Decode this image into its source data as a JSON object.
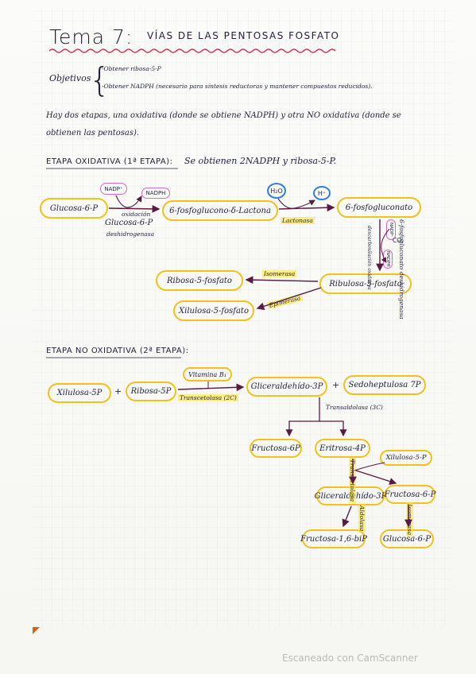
{
  "header": {
    "title": "Tema 7:",
    "subtitle": "VÍAS DE LAS PENTOSAS FOSFATO"
  },
  "objetivos": {
    "label": "Objetivos",
    "items": [
      "-Obtener ribosa-5-P",
      "-Obtener NADPH (necesario para síntesis reductoras y mantener compuestos reducidos)."
    ]
  },
  "intro": [
    "Hay dos etapas, una oxidativa (donde se obtiene NADPH) y otra NO oxidativa (donde se",
    "obtienen las pentosas)."
  ],
  "etapa1": {
    "heading": "ETAPA OXIDATIVA (1ª ETAPA):",
    "summary": "Se obtienen 2NADPH y ribosa-5-P.",
    "nodes": {
      "glucosa6p": "Glucosa-6-P",
      "lactona": "6-fosfoglucono-δ-Lactona",
      "fosfogluconato": "6-fosfogluconato",
      "ribulosa": "Ribulosa-5-fosfato",
      "ribosa": "Ribosa-5-fosfato",
      "xilulosa": "Xilulosa-5-fosfato"
    },
    "cofactors": {
      "nadp1": "NADP⁺",
      "nadph1": "NADPH",
      "h2o": "H₂O",
      "hplus": "H⁺",
      "nadp2": "NADP⁺",
      "nadph2": "NADPH",
      "co2": "CO₂"
    },
    "enzymes": {
      "gdh_1": "oxidación",
      "gdh_2": "Glucosa-6-P",
      "gdh_3": "deshidrogenasa",
      "lactonasa": "Lactonasa",
      "fgdh": "6-fosfogluconato deshidrogenasa",
      "descarbox": "descarboxilación oxidativa",
      "isomerasa": "Isomerasa",
      "epimerasa": "Epimerasa"
    }
  },
  "etapa2": {
    "heading": "ETAPA NO OXIDATIVA (2ª ETAPA):",
    "nodes": {
      "xilulosa5p": "Xilulosa-5P",
      "ribosa5p": "Ribosa-5P",
      "gliceraldehido3p_a": "Gliceraldehído-3P",
      "sedoheptulosa": "Sedoheptulosa 7P",
      "fructosa6p_a": "Fructosa-6P",
      "eritrosa4p": "Eritrosa-4P",
      "xilulosa5p_b": "Xilulosa-5-P",
      "gliceraldehido3p_b": "Gliceraldehído-3P",
      "fructosa6p_b": "Fructosa-6-P",
      "fructosa16bp": "Fructosa-1,6-biP",
      "glucosa6p": "Glucosa-6-P"
    },
    "enzymes": {
      "vitamina": "Vitamina B₁",
      "transcetolasa1": "Transcetolasa (2C)",
      "transaldolasa": "Transaldolasa (3C)",
      "transcetolasa2": "Transcetolasa",
      "aldolasa": "Aldolasa",
      "isomerasa": "Isomerasa"
    },
    "plus1": "+",
    "plus2": "+"
  },
  "footer": {
    "watermark": "Escaneado con CamScanner"
  },
  "colors": {
    "highlight_yellow": "#f1c21b",
    "cofactor_pink": "#d46ac4",
    "cofactor_blue": "#2f7fe0",
    "wavy_red": "#d6355a",
    "arrow_maroon": "#6b1a4a"
  }
}
